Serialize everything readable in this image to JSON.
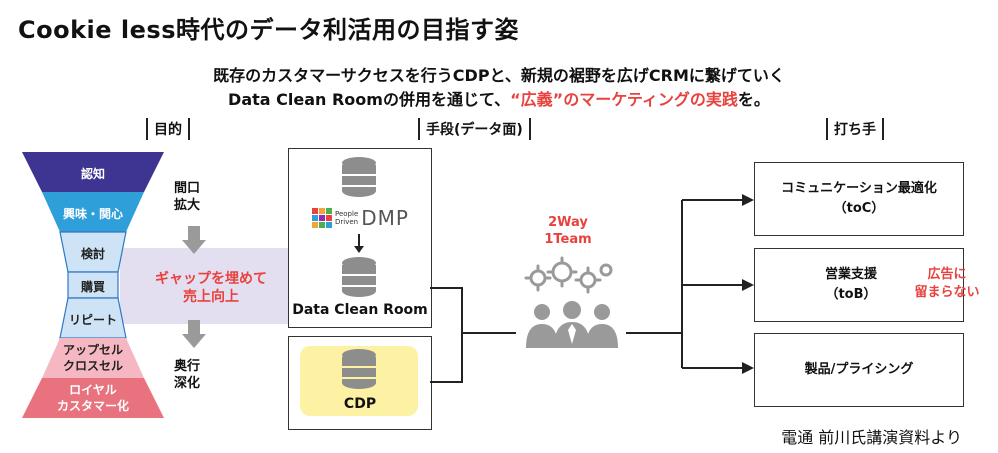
{
  "title": "Cookie less時代のデータ利活用の目指す姿",
  "subtitle": {
    "line1": "既存のカスタマーサクセスを行うCDPと、新規の裾野を広げCRMに繋げていく",
    "line2_prefix": "Data Clean Roomの併用を通じて、",
    "line2_highlight": "“広義”のマーケティングの実践",
    "line2_suffix": "を。"
  },
  "sections": {
    "purpose": "目的",
    "means": "手段(データ面)",
    "actions": "打ち手"
  },
  "funnel": {
    "stages": [
      "認知",
      "興味・関心",
      "検討",
      "購買",
      "リピート",
      "アップセル\nクロスセル",
      "ロイヤル\nカスタマー化"
    ],
    "colors": {
      "navy": "#3d3591",
      "blue": "#2e9fd9",
      "light_blue": "#cfe3f6",
      "pink": "#f5b8c2",
      "red": "#e8727e"
    }
  },
  "side_labels": {
    "widen": "間口\n拡大",
    "deepen": "奥行\n深化",
    "gap": "ギャップを埋めて\n売上向上"
  },
  "data_layer": {
    "dmp_logo_text": "People\nDriven",
    "dmp_logo_big": "DMP",
    "dcr_label": "Data Clean Room",
    "cdp_label": "CDP"
  },
  "team": {
    "label": "2Way\n1Team"
  },
  "outputs": [
    {
      "label": "コミュニケーション最適化\n（toC）"
    },
    {
      "label": "営業支援\n（toB）"
    },
    {
      "label": "製品/プライシング"
    }
  ],
  "note_red": "広告に\n留まらない",
  "source": "電通 前川氏講演資料より",
  "icons": {
    "database": "database-icon",
    "gears": "gears-icon",
    "people": "people-icon",
    "arrow": "arrow-icon"
  }
}
